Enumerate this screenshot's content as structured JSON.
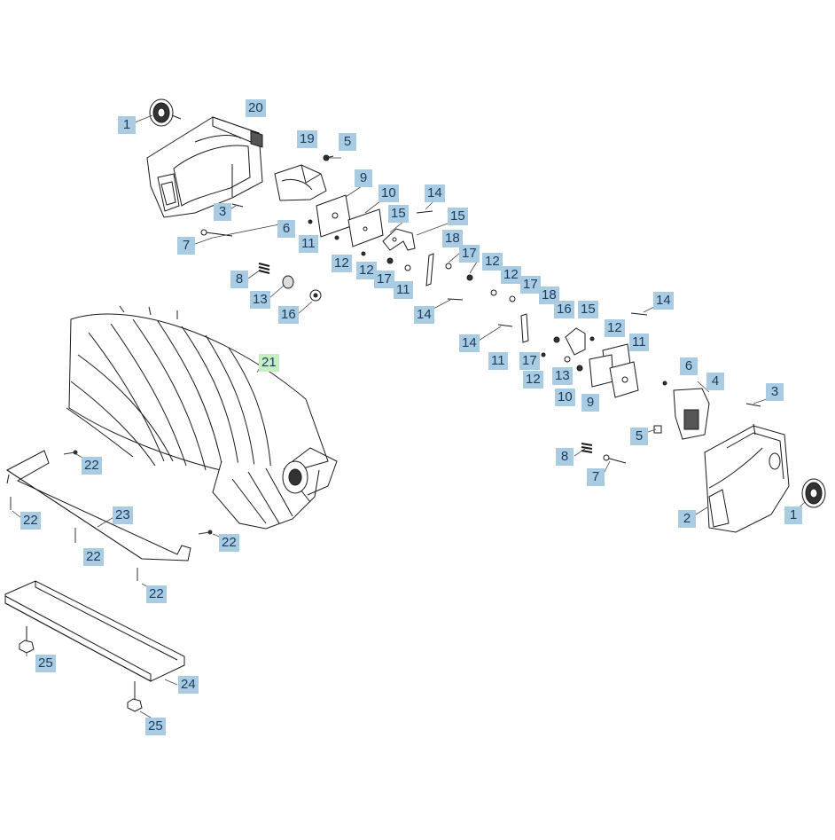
{
  "colors": {
    "callout_bg": "#a9cce3",
    "callout_highlight_bg": "#c6efc1",
    "line": "#1a1a1a"
  },
  "highlighted_part": "21",
  "callouts": [
    {
      "label": "1"
    },
    {
      "label": "20"
    },
    {
      "label": "19"
    },
    {
      "label": "5"
    },
    {
      "label": "9"
    },
    {
      "label": "10"
    },
    {
      "label": "14"
    },
    {
      "label": "15"
    },
    {
      "label": "15"
    },
    {
      "label": "3"
    },
    {
      "label": "6"
    },
    {
      "label": "11"
    },
    {
      "label": "7"
    },
    {
      "label": "18"
    },
    {
      "label": "17"
    },
    {
      "label": "12"
    },
    {
      "label": "12"
    },
    {
      "label": "12"
    },
    {
      "label": "12"
    },
    {
      "label": "17"
    },
    {
      "label": "17"
    },
    {
      "label": "11"
    },
    {
      "label": "8"
    },
    {
      "label": "13"
    },
    {
      "label": "16"
    },
    {
      "label": "14"
    },
    {
      "label": "18"
    },
    {
      "label": "16"
    },
    {
      "label": "15"
    },
    {
      "label": "14"
    },
    {
      "label": "14"
    },
    {
      "label": "11"
    },
    {
      "label": "17"
    },
    {
      "label": "12"
    },
    {
      "label": "12"
    },
    {
      "label": "11"
    },
    {
      "label": "13"
    },
    {
      "label": "10"
    },
    {
      "label": "9"
    },
    {
      "label": "6"
    },
    {
      "label": "4"
    },
    {
      "label": "3"
    },
    {
      "label": "21"
    },
    {
      "label": "5"
    },
    {
      "label": "8"
    },
    {
      "label": "7"
    },
    {
      "label": "22"
    },
    {
      "label": "22"
    },
    {
      "label": "23"
    },
    {
      "label": "22"
    },
    {
      "label": "22"
    },
    {
      "label": "22"
    },
    {
      "label": "2"
    },
    {
      "label": "1"
    },
    {
      "label": "25"
    },
    {
      "label": "24"
    },
    {
      "label": "25"
    }
  ]
}
